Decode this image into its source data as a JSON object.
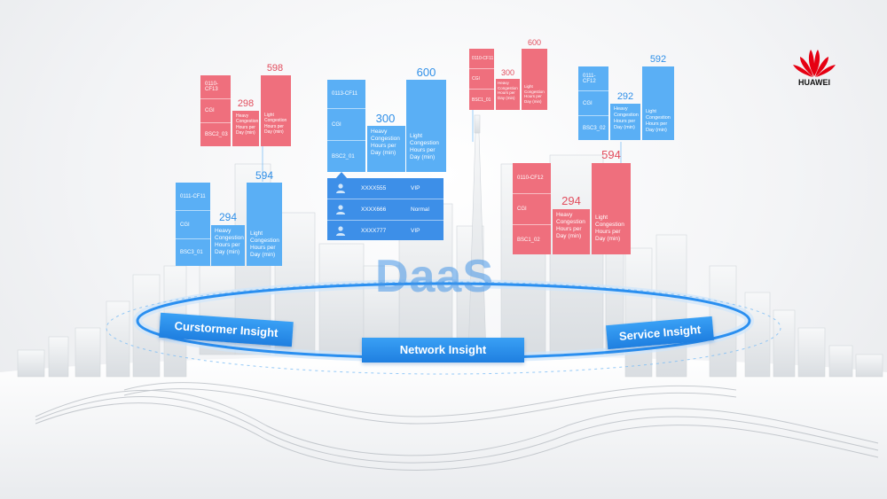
{
  "brand": {
    "name": "HUAWEI",
    "logo_icon": "huawei-petal-icon",
    "color": "#e60012"
  },
  "center_title": "DaaS",
  "ring_labels": {
    "customer": "Curstormer Insight",
    "network": "Network Insight",
    "service": "Service Insight"
  },
  "colors": {
    "blue_panel": "#5aaff5",
    "red_panel": "#ef6f7d",
    "blue_value": "#2f8fe8",
    "red_value": "#e24d5d",
    "ring": "#2a8ff0"
  },
  "cards": {
    "c1": {
      "cell_id": "0110-CF13",
      "cgi": "CGI",
      "bsc": "BSC2_03",
      "heavy_value": "298",
      "heavy_label": "Heavy Congestion Hours per Day (min)",
      "light_value": "598",
      "light_label": "Light Congestion Hours per Day (min)"
    },
    "c2": {
      "cell_id": "0113-CF11",
      "cgi": "CGI",
      "bsc": "BSC2_01",
      "heavy_value": "300",
      "heavy_label": "Heavy Congestion Hours per Day (min)",
      "light_value": "600",
      "light_label": "Light Congestion Hours per Day (min)"
    },
    "c3": {
      "cell_id": "0110-CF11",
      "cgi": "CGI",
      "bsc": "BSC1_01",
      "heavy_value": "300",
      "heavy_label": "Heavy Congestion Hours per Day (min)",
      "light_value": "600",
      "light_label": "Light Congestion Hours per Day (min)"
    },
    "c4": {
      "cell_id": "0111-CF12",
      "cgi": "CGI",
      "bsc": "BSC3_02",
      "heavy_value": "292",
      "heavy_label": "Heavy Congestion Hours per Day (min)",
      "light_value": "592",
      "light_label": "Light Congestion Hours per Day (min)"
    },
    "c5": {
      "cell_id": "0111-CF11",
      "cgi": "CGI",
      "bsc": "BSC3_01",
      "heavy_value": "294",
      "heavy_label": "Heavy Congestion Hours per Day (min)",
      "light_value": "594",
      "light_label": "Light Congestion Hours per Day (min)"
    },
    "c6": {
      "cell_id": "0110-CF12",
      "cgi": "CGI",
      "bsc": "BSC1_02",
      "heavy_value": "294",
      "heavy_label": "Heavy Congestion Hours per Day (min)",
      "light_value": "594",
      "light_label": "Light Congestion Hours per Day (min)"
    }
  },
  "users": [
    {
      "id": "XXXX555",
      "level": "VIP",
      "icon": "user-icon"
    },
    {
      "id": "XXXX666",
      "level": "Normal",
      "icon": "user-icon"
    },
    {
      "id": "XXXX777",
      "level": "VIP",
      "icon": "user-icon"
    }
  ]
}
